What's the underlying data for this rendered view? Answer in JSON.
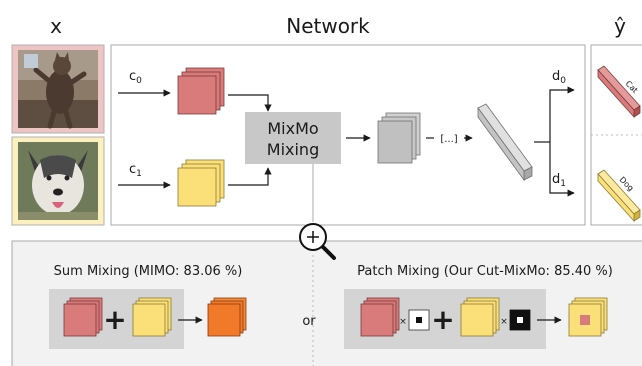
{
  "header": {
    "x_label": "x",
    "network_label": "Network",
    "y_label": "ŷ"
  },
  "inputs": {
    "c0": "c",
    "c0_sub": "0",
    "c1": "c",
    "c1_sub": "1"
  },
  "mixmo_block": {
    "line1": "MixMo",
    "line2": "Mixing"
  },
  "ellipsis": "[...]",
  "outputs": {
    "d0": "d",
    "d0_sub": "0",
    "d1": "d",
    "d1_sub": "1",
    "cat_label": "Cat",
    "dog_label": "Dog"
  },
  "bottom": {
    "sum_title": "Sum Mixing (MIMO: 83.06 %)",
    "or_label": "or",
    "patch_title": "Patch Mixing (Our Cut-MixMo: 85.40 %)",
    "times_symbol": "×"
  },
  "colors": {
    "red_feature": "#d97b7b",
    "yellow_feature": "#fbe07a",
    "orange_feature": "#f07a2a",
    "gray_block": "#c8c8c8",
    "panel_bg": "#f2f2f2",
    "cat_bg": "#efc4c4",
    "dog_bg": "#fdf0bf"
  },
  "icons": [
    "magnifier-icon",
    "cat-photo",
    "dog-photo"
  ]
}
